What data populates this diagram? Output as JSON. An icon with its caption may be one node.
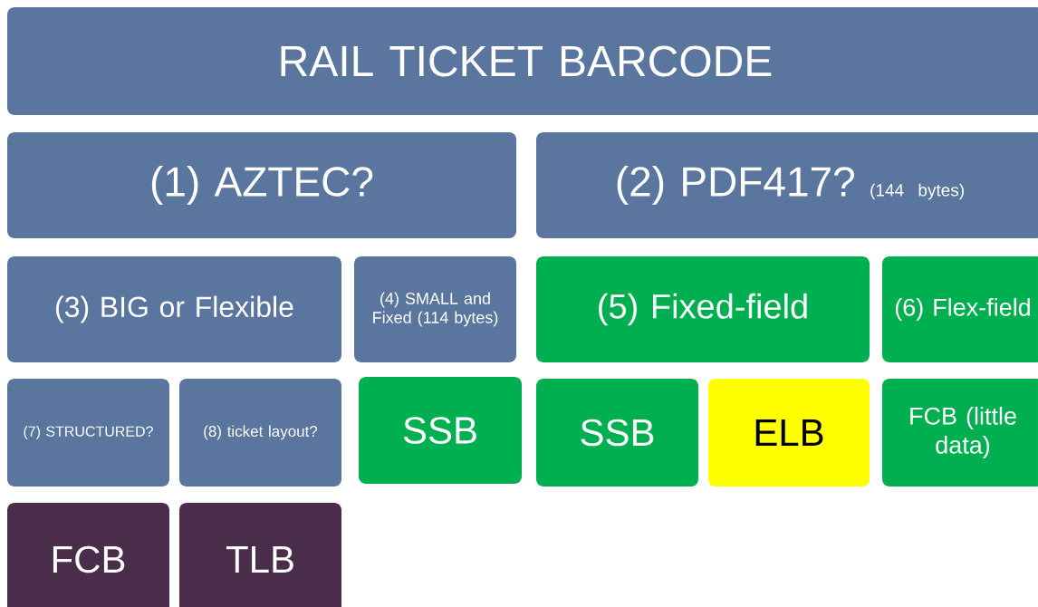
{
  "diagram": {
    "nodes": [
      {
        "text": [
          "RAIL TICKET BARCODE"
        ]
      },
      {
        "text": [
          "(1) AZTEC?"
        ]
      },
      {
        "text": [
          "(2) PDF417?",
          "(144 bytes)"
        ]
      },
      {
        "text": [
          "(3) BIG or Flexible"
        ]
      },
      {
        "text": [
          "(4)  SMALL and Fixed (114 bytes)"
        ]
      },
      {
        "text": [
          "(5) Fixed-field"
        ]
      },
      {
        "text": [
          "(6) Flex-field"
        ]
      },
      {
        "text": [
          "(7) STRUCTURED?"
        ]
      },
      {
        "text": [
          "(8) ticket layout?"
        ]
      },
      {
        "text": [
          "SSB"
        ]
      },
      {
        "text": [
          "SSB"
        ]
      },
      {
        "text": [
          "ELB"
        ]
      },
      {
        "text": [
          "FCB (little data)"
        ]
      },
      {
        "text": [
          "FCB"
        ]
      },
      {
        "text": [
          "TLB"
        ]
      }
    ]
  }
}
